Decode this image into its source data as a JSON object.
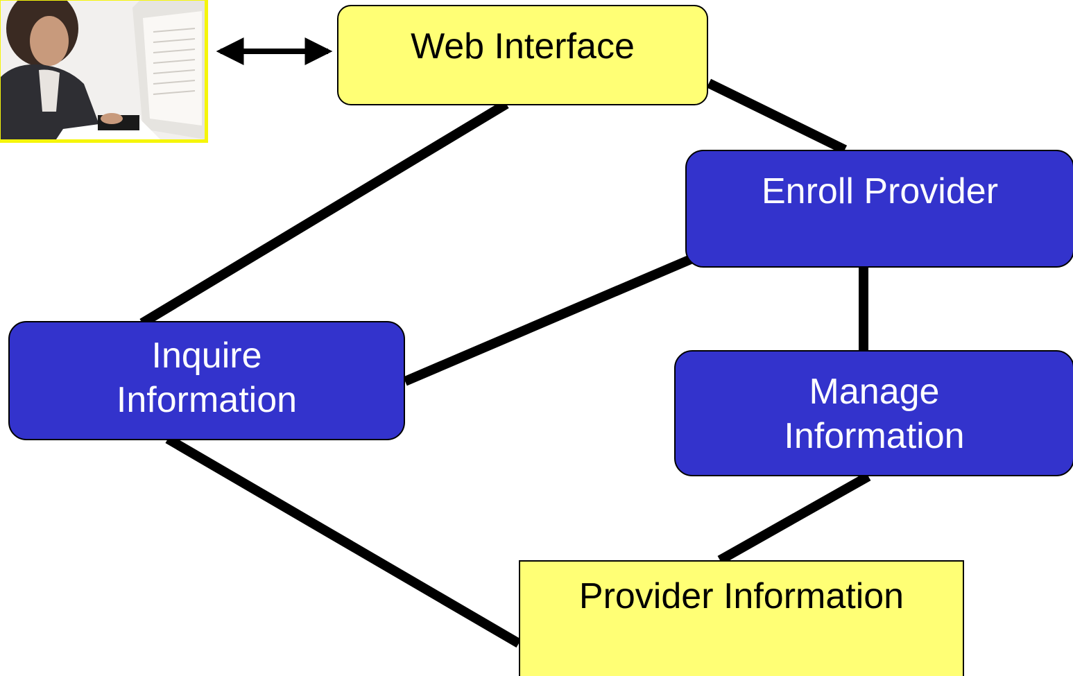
{
  "diagram": {
    "nodes": {
      "web_interface": {
        "label": "Web Interface",
        "color": "#ffff75"
      },
      "enroll_provider": {
        "label": "Enroll Provider",
        "color": "#3333cc"
      },
      "inquire_information": {
        "line1": "Inquire",
        "line2": "Information",
        "color": "#3333cc"
      },
      "manage_information": {
        "line1": "Manage",
        "line2": "Information",
        "color": "#3333cc"
      },
      "provider_information": {
        "label": "Provider Information",
        "color": "#ffff75"
      }
    },
    "edges": [
      {
        "from": "user",
        "to": "web_interface",
        "style": "double-arrow"
      },
      {
        "from": "web_interface",
        "to": "inquire_information"
      },
      {
        "from": "web_interface",
        "to": "enroll_provider"
      },
      {
        "from": "enroll_provider",
        "to": "inquire_information"
      },
      {
        "from": "enroll_provider",
        "to": "manage_information"
      },
      {
        "from": "inquire_information",
        "to": "provider_information"
      },
      {
        "from": "manage_information",
        "to": "provider_information"
      }
    ],
    "photo": {
      "subject": "user-at-computer",
      "frame_color": "#f5f50a"
    }
  }
}
